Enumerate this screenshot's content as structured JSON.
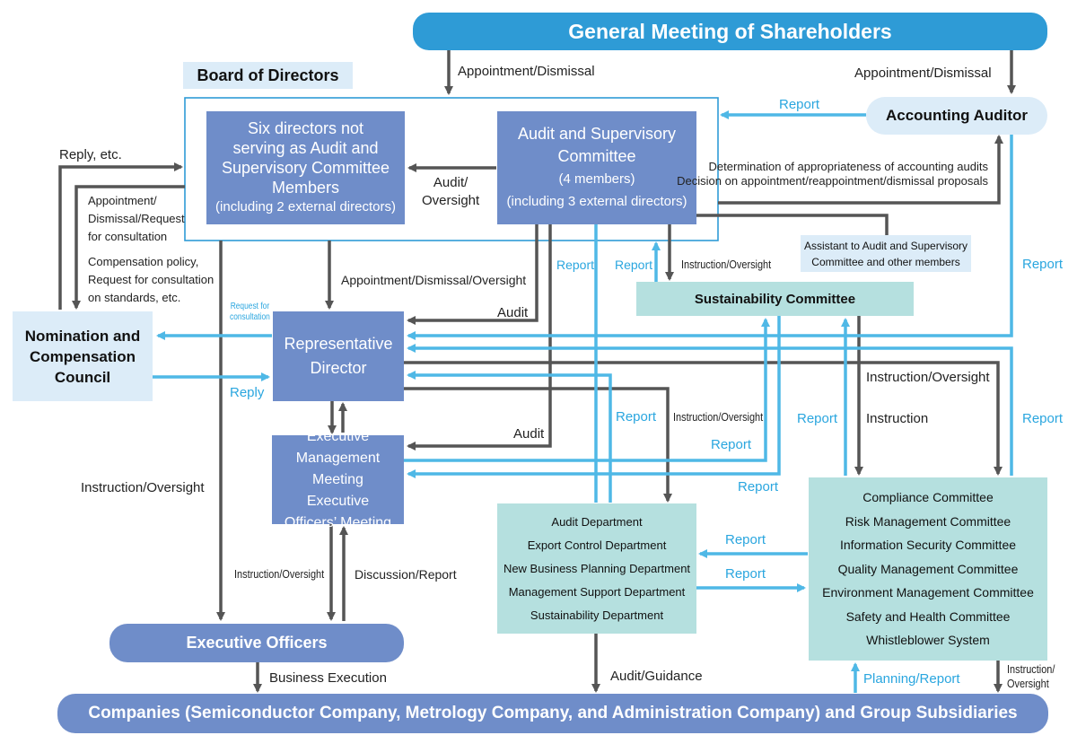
{
  "nodes": {
    "shareholders": "General Meeting of Shareholders",
    "board_title": "Board of Directors",
    "six_directors": [
      "Six directors not",
      "serving as Audit and",
      "Supervisory Committee",
      "Members",
      "(including 2 external directors)"
    ],
    "audit_committee": [
      "Audit and Supervisory",
      "Committee",
      "(4 members)",
      "(including 3 external directors)"
    ],
    "accounting_auditor": "Accounting Auditor",
    "assistant": [
      "Assistant to Audit and Supervisory",
      "Committee and other members"
    ],
    "sustainability_committee": "Sustainability Committee",
    "nomination_council": [
      "Nomination and",
      "Compensation",
      "Council"
    ],
    "representative_director": [
      "Representative",
      "Director"
    ],
    "exec_meeting": [
      "Executive",
      "Management Meeting",
      "Executive",
      "Officers’ Meeting"
    ],
    "departments": [
      "Audit Department",
      "Export Control Department",
      "New Business Planning Department",
      "Management Support Department",
      "Sustainability Department"
    ],
    "committees": [
      "Compliance Committee",
      "Risk Management Committee",
      "Information Security Committee",
      "Quality Management Committee",
      "Environment Management Committee",
      "Safety and Health Committee",
      "Whistleblower System"
    ],
    "executive_officers": "Executive Officers",
    "companies": "Companies (Semiconductor Company, Metrology Company, and Administration Company) and Group Subsidiaries"
  },
  "labels": {
    "appt_dismissal_left": "Appointment/Dismissal",
    "appt_dismissal_right": "Appointment/Dismissal",
    "report_acct": "Report",
    "determination": [
      "Determination of appropriateness of accounting audits",
      "Decision on appointment/reappointment/dismissal proposals"
    ],
    "audit_oversight": [
      "Audit/",
      "Oversight"
    ],
    "reply_etc": "Reply, etc.",
    "appt_request": [
      "Appointment/",
      "Dismissal/Request",
      "for consultation"
    ],
    "comp_policy": [
      "Compensation policy,",
      "Request for consultation",
      "on standards, etc."
    ],
    "appt_oversight": "Appointment/Dismissal/Oversight",
    "audit_upper": "Audit",
    "audit_lower": "Audit",
    "report_a": "Report",
    "report_b": "Report",
    "instr_oversight_sust": "Instruction/Oversight",
    "report_acct_vertical": "Report",
    "request_consult": [
      "Request for",
      "consultation"
    ],
    "reply_blue": "Reply",
    "instr_oversight_right": "Instruction/Oversight",
    "instruction": "Instruction",
    "report_dept": "Report",
    "instr_oversight_mid": "Instruction/Oversight",
    "report_sust_1": "Report",
    "report_sust_2": "Report",
    "report_sust_3": "Report",
    "report_right": "Report",
    "instr_oversight_left": "Instruction/Oversight",
    "instr_oversight_exec": "Instruction/Oversight",
    "discussion_report": "Discussion/Report",
    "report_to_dept": "Report",
    "report_to_comm": "Report",
    "business_execution": "Business Execution",
    "audit_guidance": "Audit/Guidance",
    "planning_report": "Planning/Report",
    "instr_oversight_bottom": [
      "Instruction/",
      "Oversight"
    ]
  },
  "colors": {
    "blue_pill": "#2e9bd6",
    "purple": "#6f8dc9",
    "teal": "#b5e0df",
    "pale_blue": "#dcecf8",
    "dark_arrow": "#555555",
    "blue_arrow": "#4fb8e6"
  }
}
